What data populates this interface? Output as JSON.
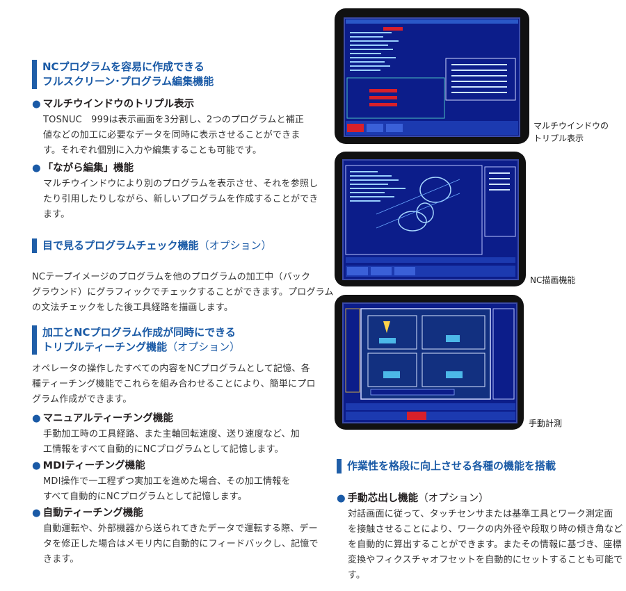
{
  "left": {
    "s1": {
      "title1": "NCプログラムを容易に作成できる",
      "title2": "フルスクリーン･プログラム編集機能",
      "items": [
        {
          "title": "マルチウインドウのトリプル表示",
          "text": [
            "TOSNUC　999は表示画面を3分割し、2つのプログラムと補正",
            "値などの加工に必要なデータを同時に表示させることができま",
            "す。それぞれ個別に入力や編集することも可能です。"
          ]
        },
        {
          "title": "「ながら編集」機能",
          "text": [
            "マルチウインドウにより別のプログラムを表示させ、それを参照し",
            "たり引用したりしながら、新しいプログラムを作成することができ",
            "ます。"
          ]
        }
      ]
    },
    "s2": {
      "title": "目で見るプログラムチェック機能",
      "opt": "（オプション）",
      "text": [
        "NCテープイメージのプログラムを他のプログラムの加工中（バック",
        "グラウンド）にグラフィックでチェックすることができます。プログラム",
        "の文法チェックをした後工具経路を描画します。"
      ]
    },
    "s3": {
      "title1": "加工とNCプログラム作成が同時にできる",
      "title2": "トリプルティーチング機能",
      "opt": "（オプション）",
      "text": [
        "オペレータの操作したすべての内容をNCプログラムとして記憶、各",
        "種ティーチング機能でこれらを組み合わせることにより、簡単にプロ",
        "グラム作成ができます。"
      ],
      "items": [
        {
          "title": "マニュアルティーチング機能",
          "text": [
            "手動加工時の工具経路、また主軸回転速度、送り速度など、加",
            "工情報をすべて自動的にNCプログラムとして記憶します。"
          ]
        },
        {
          "title": "MDIティーチング機能",
          "text": [
            "MDI操作で一工程ずつ実加工を進めた場合、その加工情報を",
            "すべて自動的にNCプログラムとして記憶します。"
          ]
        },
        {
          "title": "自動ティーチング機能",
          "text": [
            "自動運転や、外部機器から送られてきたデータで運転する際、デー",
            "タを修正した場合はメモリ内に自動的にフィードバックし、記憶で",
            "きます。"
          ]
        }
      ]
    }
  },
  "right": {
    "captions": {
      "c1_line1": "マルチウインドウの",
      "c1_line2": "トリプル表示",
      "c2": "NC描画機能",
      "c3": "手動計測"
    },
    "s4": {
      "title": "作業性を格段に向上させる各種の機能を搭載",
      "item_title": "手動芯出し機能",
      "item_opt": "（オプション）",
      "text": [
        "対話画面に従って、タッチセンサまたは基準工具とワーク測定面",
        "を接触させることにより、ワークの内外径や段取り時の傾き角など",
        "を自動的に算出することができます。またその情報に基づき、座標",
        "変換やフィクスチャオフセットを自動的にセットすることも可能です。"
      ]
    }
  },
  "colors": {
    "accent": "#1a5aa6",
    "screen_bg": "#0c1d8a"
  }
}
